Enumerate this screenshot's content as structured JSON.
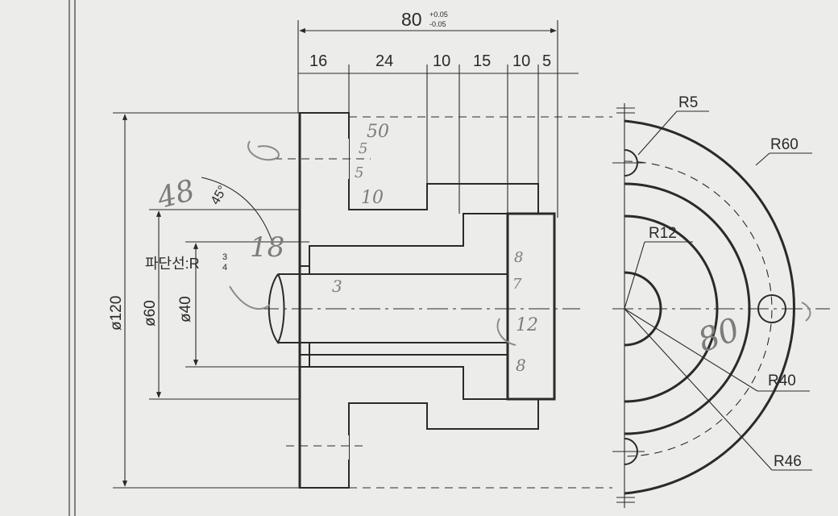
{
  "dimensions": {
    "overall_length": "80",
    "overall_tol_plus": "+0.05",
    "overall_tol_minus": "-0.05",
    "segments": [
      "16",
      "24",
      "10",
      "15",
      "10",
      "5"
    ],
    "diameters": [
      "ø120",
      "ø60",
      "ø40"
    ],
    "chamfer": "45°",
    "break_line_note": "파단선:R",
    "break_line_frac": "3/4",
    "radii": [
      "R5",
      "R60",
      "R12",
      "R40",
      "R46"
    ]
  },
  "handwritten": {
    "notes": [
      "50",
      "5",
      "5",
      "10",
      "48",
      "18",
      "3",
      "8",
      "7",
      "12",
      "8",
      "80"
    ]
  }
}
